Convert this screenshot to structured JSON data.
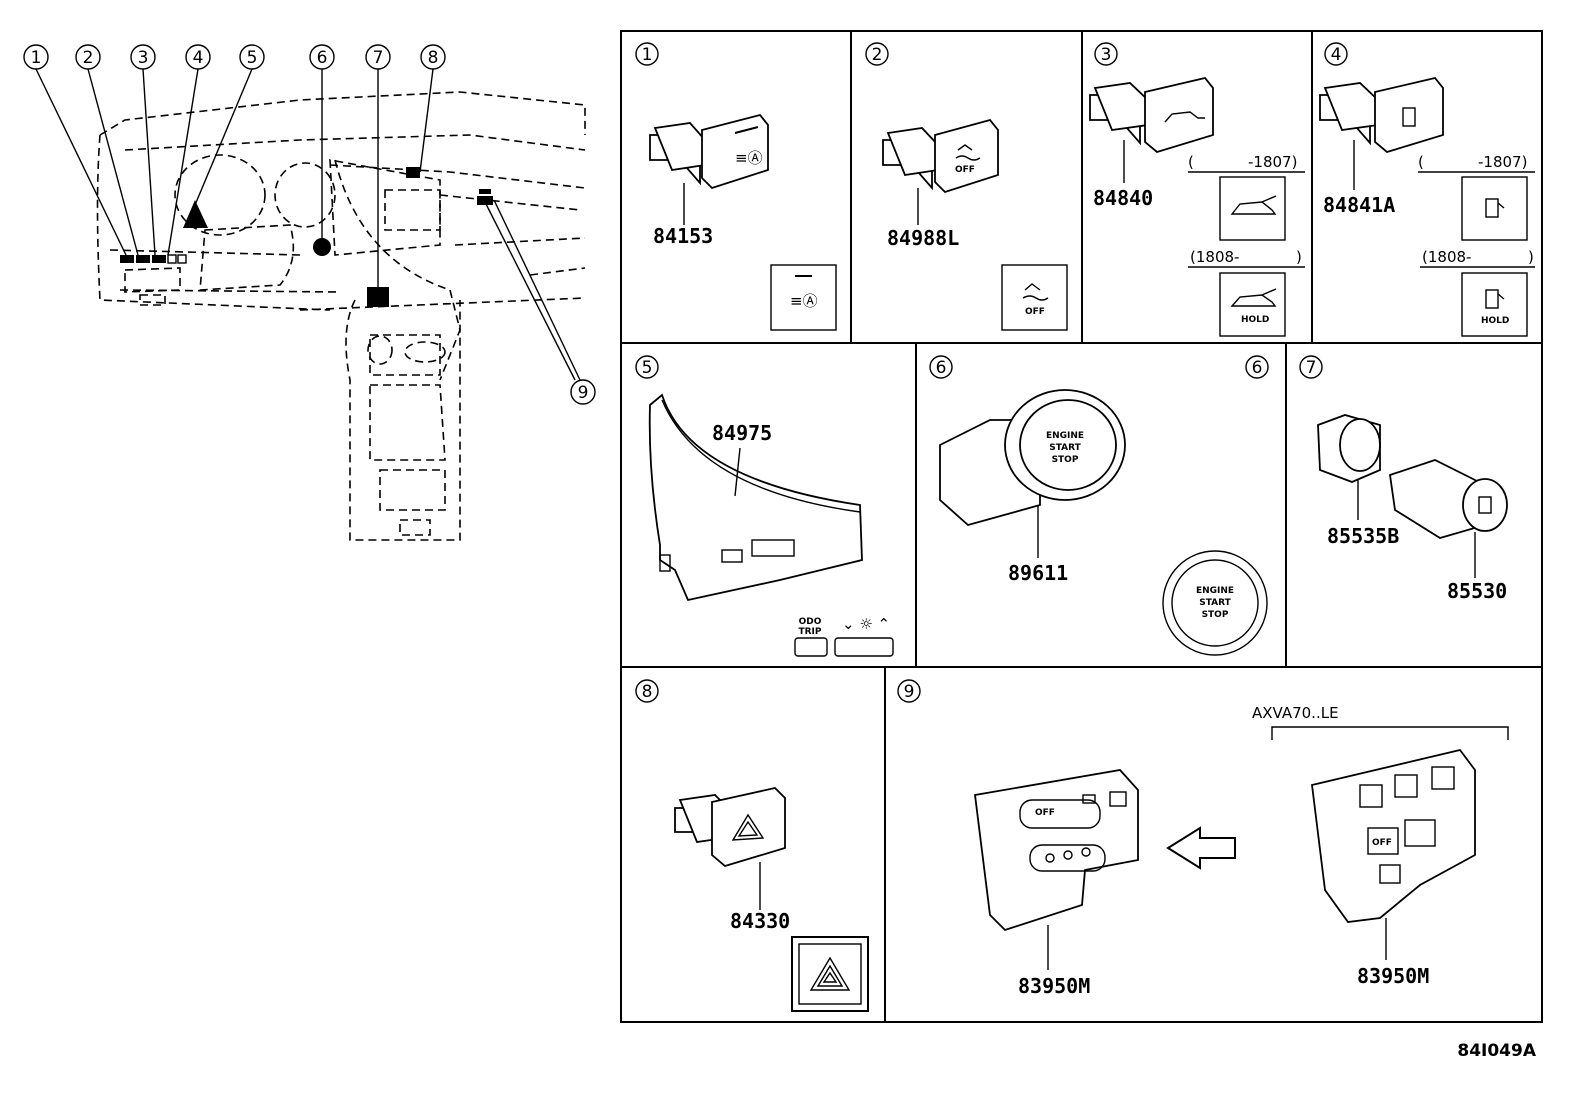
{
  "callouts": [
    "1",
    "2",
    "3",
    "4",
    "5",
    "6",
    "7",
    "8",
    "9"
  ],
  "panels": {
    "p1": {
      "num": "1",
      "part": "84153"
    },
    "p2": {
      "num": "2",
      "part": "84988L",
      "icon_text": "OFF"
    },
    "p3": {
      "num": "3",
      "part": "84840",
      "range_a_open": "(",
      "range_a": "-1807)",
      "range_b": "(1808-",
      "range_b_close": ")",
      "icon_text_b": "HOLD"
    },
    "p4": {
      "num": "4",
      "part": "84841A",
      "range_a_open": "(",
      "range_a": "-1807)",
      "range_b": "(1808-",
      "range_b_close": ")",
      "icon_text_b": "HOLD"
    },
    "p5": {
      "num": "5",
      "part": "84975",
      "btn_a_line1": "ODO",
      "btn_a_line2": "TRIP"
    },
    "p6": {
      "num": "6",
      "num_right": "6",
      "part": "89611",
      "btn_line1": "ENGINE",
      "btn_line2": "START",
      "btn_line3": "STOP"
    },
    "p7": {
      "num": "7",
      "part_a": "85535B",
      "part_b": "85530"
    },
    "p8": {
      "num": "8",
      "part": "84330"
    },
    "p9": {
      "num": "9",
      "part_left": "83950M",
      "part_right": "83950M",
      "variant": "AXVA70..LE",
      "icon_text": "OFF"
    }
  },
  "diagram_code": "84I049A"
}
